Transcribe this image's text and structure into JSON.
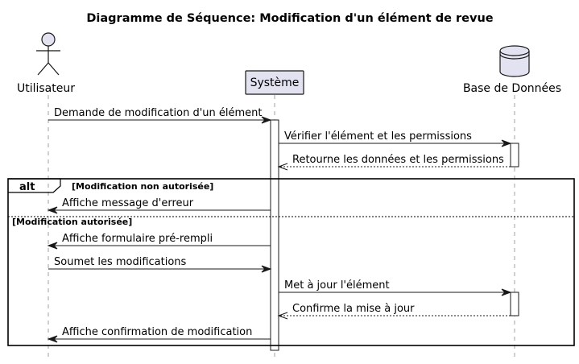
{
  "title": "Diagramme de Séquence: Modification d'un élément de revue",
  "participants": {
    "user": {
      "name": "Utilisateur",
      "kind": "actor"
    },
    "system": {
      "name": "Système",
      "kind": "participant"
    },
    "db": {
      "name": "Base de Données",
      "kind": "database"
    }
  },
  "messages": [
    {
      "from": "user",
      "to": "system",
      "text": "Demande de modification d'un élément",
      "style": "solid"
    },
    {
      "from": "system",
      "to": "db",
      "text": "Vérifier l'élément et les permissions",
      "style": "solid"
    },
    {
      "from": "db",
      "to": "system",
      "text": "Retourne les données et les permissions",
      "style": "dashed"
    },
    {
      "from": "system",
      "to": "user",
      "text": "Affiche message d'erreur",
      "style": "solid"
    },
    {
      "from": "system",
      "to": "user",
      "text": "Affiche formulaire pré-rempli",
      "style": "solid"
    },
    {
      "from": "user",
      "to": "system",
      "text": "Soumet les modifications",
      "style": "solid"
    },
    {
      "from": "system",
      "to": "db",
      "text": "Met à jour l'élément",
      "style": "solid"
    },
    {
      "from": "db",
      "to": "system",
      "text": "Confirme la mise à jour",
      "style": "dashed"
    },
    {
      "from": "system",
      "to": "user",
      "text": "Affiche confirmation de modification",
      "style": "solid"
    }
  ],
  "fragment": {
    "operator": "alt",
    "guards": [
      "[Modification non autorisée]",
      "[Modification autorisée]"
    ]
  },
  "colors": {
    "participant_fill": "#e2e2f0",
    "border": "#181818",
    "lifeline": "#a0a0a0"
  }
}
